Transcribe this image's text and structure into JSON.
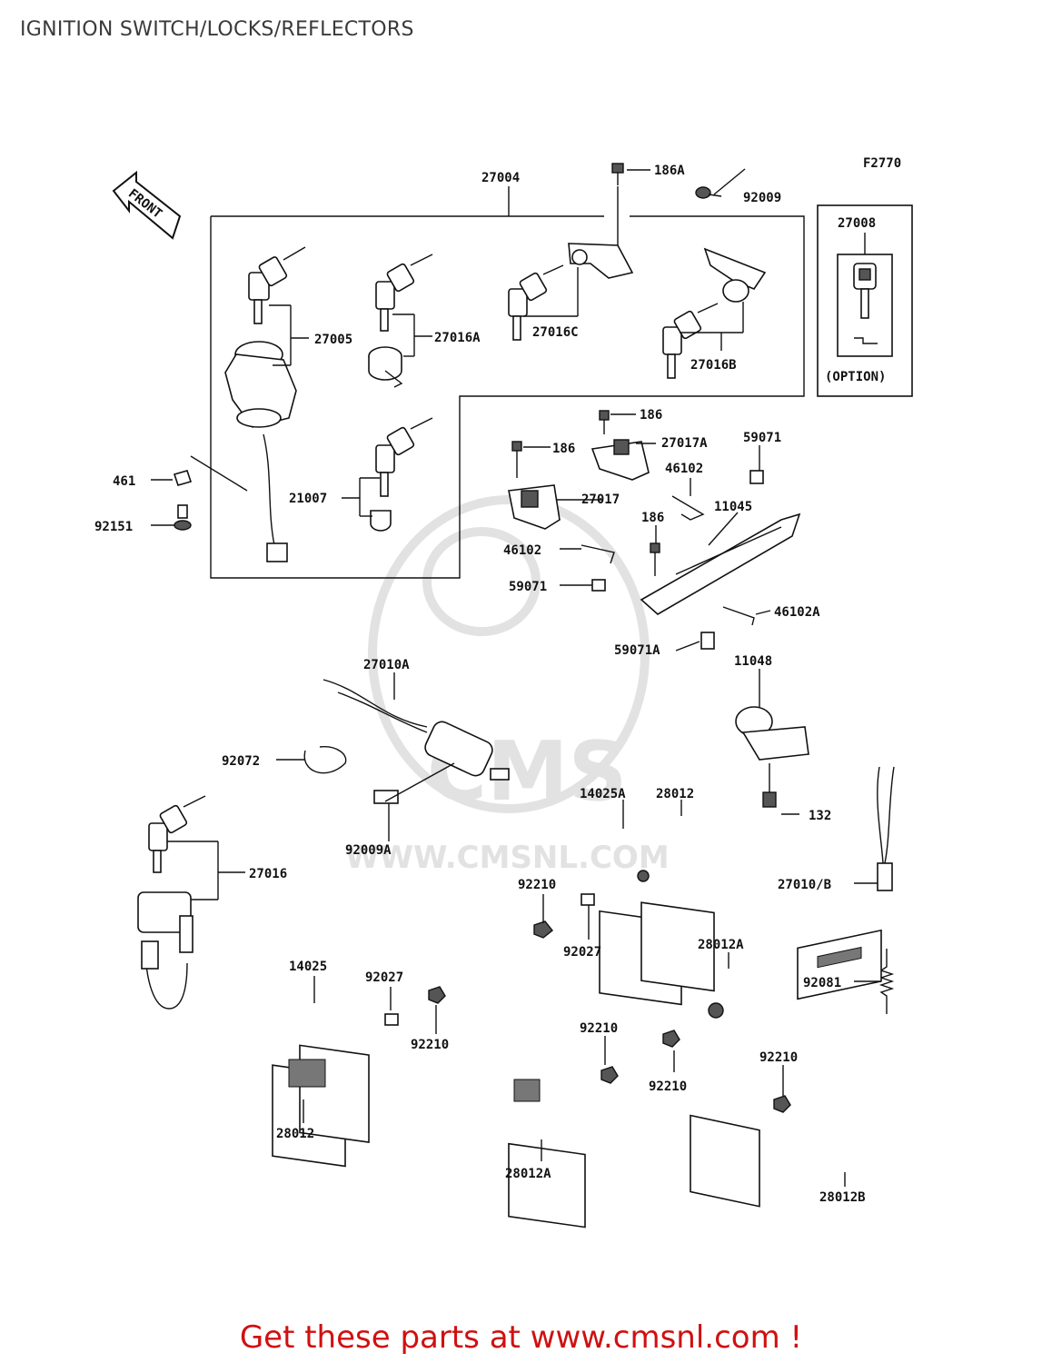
{
  "page_title": "IGNITION SWITCH/LOCKS/REFLECTORS",
  "figure_code": "F2770",
  "front_label": "FRONT",
  "option_label": "(OPTION)",
  "watermark": {
    "brand": "CMS",
    "url": "WWW.CMSNL.COM"
  },
  "footer": "Get these parts at www.cmsnl.com !",
  "parts": {
    "p27004": "27004",
    "p186A": "186A",
    "p92009": "92009",
    "p27008": "27008",
    "p27005": "27005",
    "p27016A": "27016A",
    "p27016C": "27016C",
    "p27016B": "27016B",
    "p461": "461",
    "p92151": "92151",
    "p21007": "21007",
    "p186_a": "186",
    "p186_b": "186",
    "p186_c": "186",
    "p27017A": "27017A",
    "p59071": "59071",
    "p46102_a": "46102",
    "p27017": "27017",
    "p11045": "11045",
    "p46102_b": "46102",
    "p59071_b": "59071",
    "p46102A": "46102A",
    "p59071A": "59071A",
    "p27010A": "27010A",
    "p11048": "11048",
    "p92072": "92072",
    "p14025A": "14025A",
    "p28012_a": "28012",
    "p132": "132",
    "p92009A": "92009A",
    "p27016": "27016",
    "p27010B": "27010/B",
    "p92210_a": "92210",
    "p92027_a": "92027",
    "p28012A_a": "28012A",
    "p14025": "14025",
    "p92027_b": "92027",
    "p92081": "92081",
    "p92210_b": "92210",
    "p92210_c": "92210",
    "p92210_d": "92210",
    "p92210_e": "92210",
    "p28012_b": "28012",
    "p28012A_b": "28012A",
    "p28012B": "28012B"
  }
}
